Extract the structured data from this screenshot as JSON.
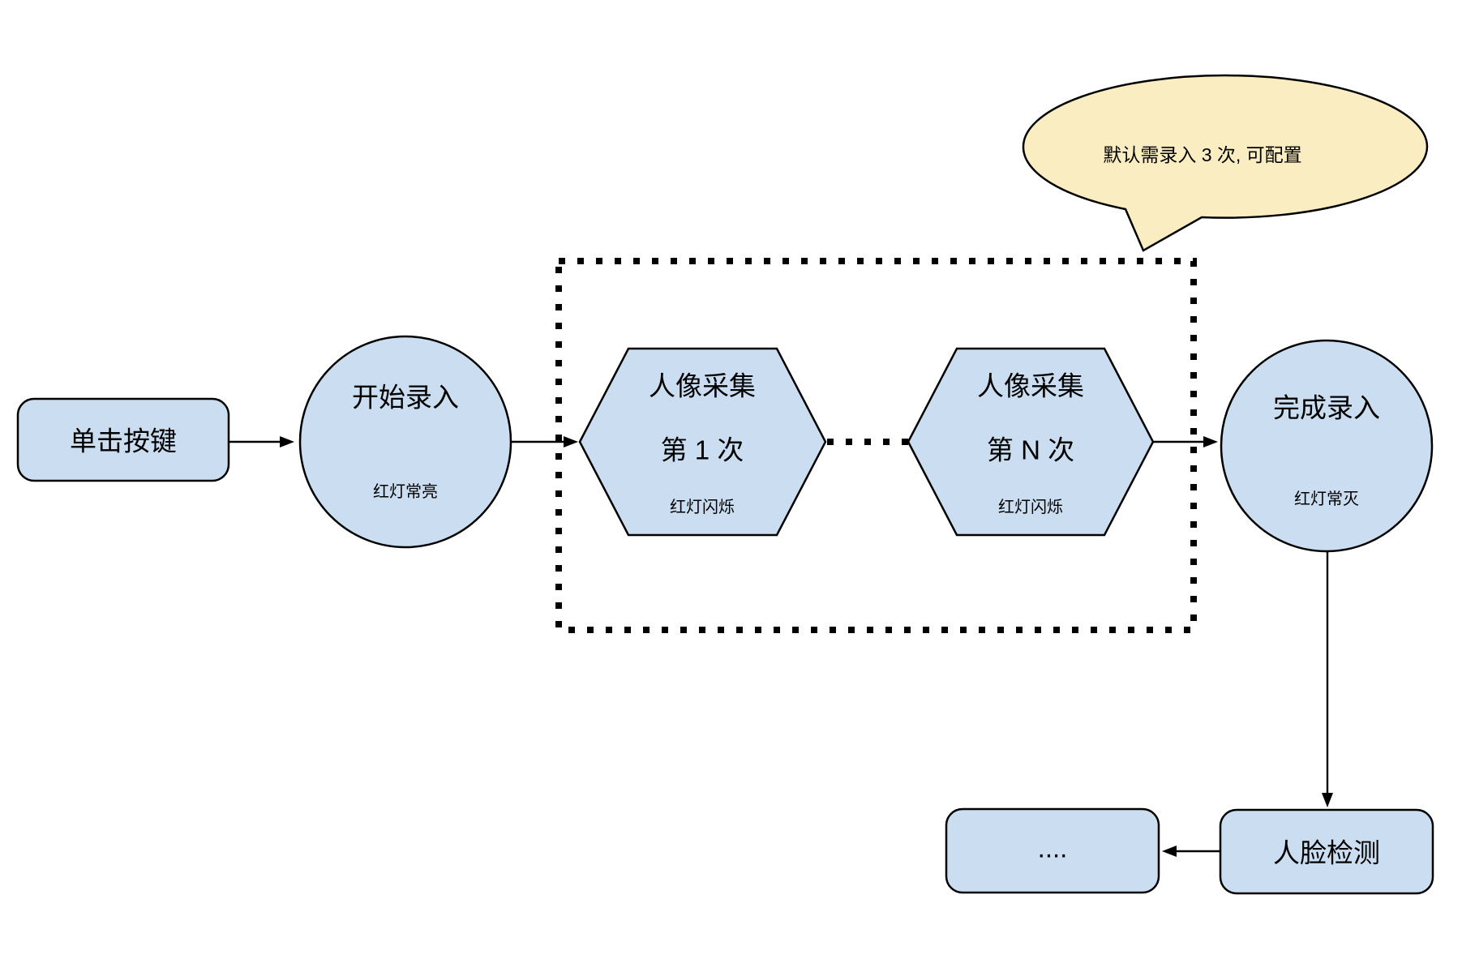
{
  "colors": {
    "node_fill": "#CBDEF1",
    "node_stroke": "#000000",
    "callout_fill": "#FBEDC2",
    "callout_stroke": "#000000"
  },
  "callout": {
    "text": "默认需录入 3 次, 可配置"
  },
  "nodes": {
    "click_button": {
      "label": "单击按键"
    },
    "start_entry": {
      "label": "开始录入",
      "status": "红灯常亮"
    },
    "capture_first": {
      "title": "人像采集",
      "subtitle": "第 1 次",
      "status": "红灯闪烁"
    },
    "capture_nth": {
      "title": "人像采集",
      "subtitle": "第 N 次",
      "status": "红灯闪烁"
    },
    "finish_entry": {
      "label": "完成录入",
      "status": "红灯常灭"
    },
    "face_detection": {
      "label": "人脸检测"
    },
    "more_steps": {
      "label": "...."
    }
  }
}
